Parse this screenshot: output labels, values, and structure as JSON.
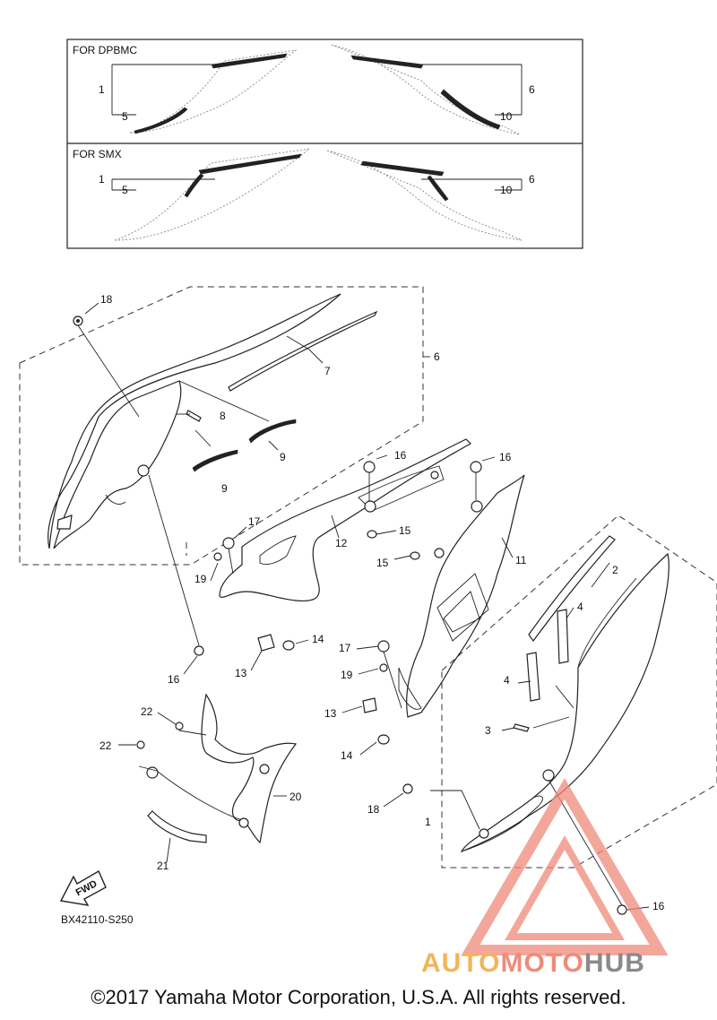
{
  "insets": [
    {
      "heading": "FOR DPBMC",
      "left_top": "1",
      "left_bottom": "5",
      "right_top": "6",
      "right_bottom": "10"
    },
    {
      "heading": "FOR SMX",
      "left_top": "1",
      "left_bottom": "5",
      "right_top": "6",
      "right_bottom": "10"
    }
  ],
  "callouts": {
    "c18a": "18",
    "c7": "7",
    "c6": "6",
    "c8": "8",
    "c9a": "9",
    "c9b": "9",
    "c16a": "16",
    "c16b": "16",
    "c12": "12",
    "c11": "11",
    "c15a": "15",
    "c15b": "15",
    "c17a": "17",
    "c19a": "19",
    "c14a": "14",
    "c13a": "13",
    "c2": "2",
    "c4a": "4",
    "c4b": "4",
    "c16c": "16",
    "c17b": "17",
    "c19b": "19",
    "c13b": "13",
    "c3": "3",
    "c14b": "14",
    "c22a": "22",
    "c22b": "22",
    "c20": "20",
    "c18b": "18",
    "c1": "1",
    "c21": "21",
    "c16d": "16"
  },
  "fwd_label": "FWD",
  "drawing_code": "BX42110-S250",
  "watermark": {
    "part1": "AUTO",
    "part2": "MOTO",
    "part3": "HUB",
    "color": "#f08a7a"
  },
  "copyright": "©2017 Yamaha Motor Corporation, U.S.A. All rights reserved."
}
